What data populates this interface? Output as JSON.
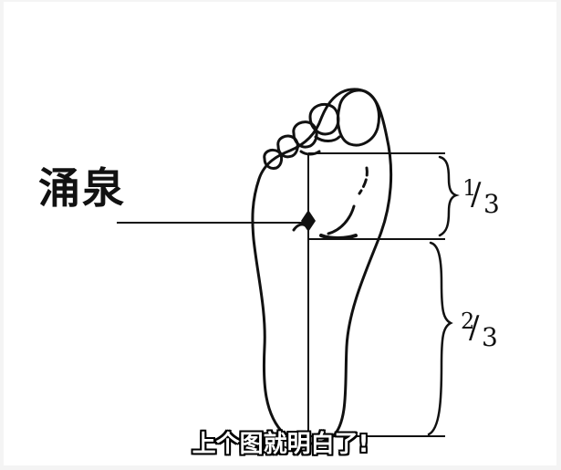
{
  "diagram": {
    "point_label": "涌泉",
    "upper_fraction": {
      "numerator": "1",
      "denominator": "3"
    },
    "lower_fraction": {
      "numerator": "2",
      "denominator": "3"
    }
  },
  "caption": {
    "text": "上个图就明白了!"
  },
  "colors": {
    "ink": "#111111",
    "background": "#ffffff",
    "caption_text": "#ffffff",
    "caption_outline": "#000000"
  }
}
